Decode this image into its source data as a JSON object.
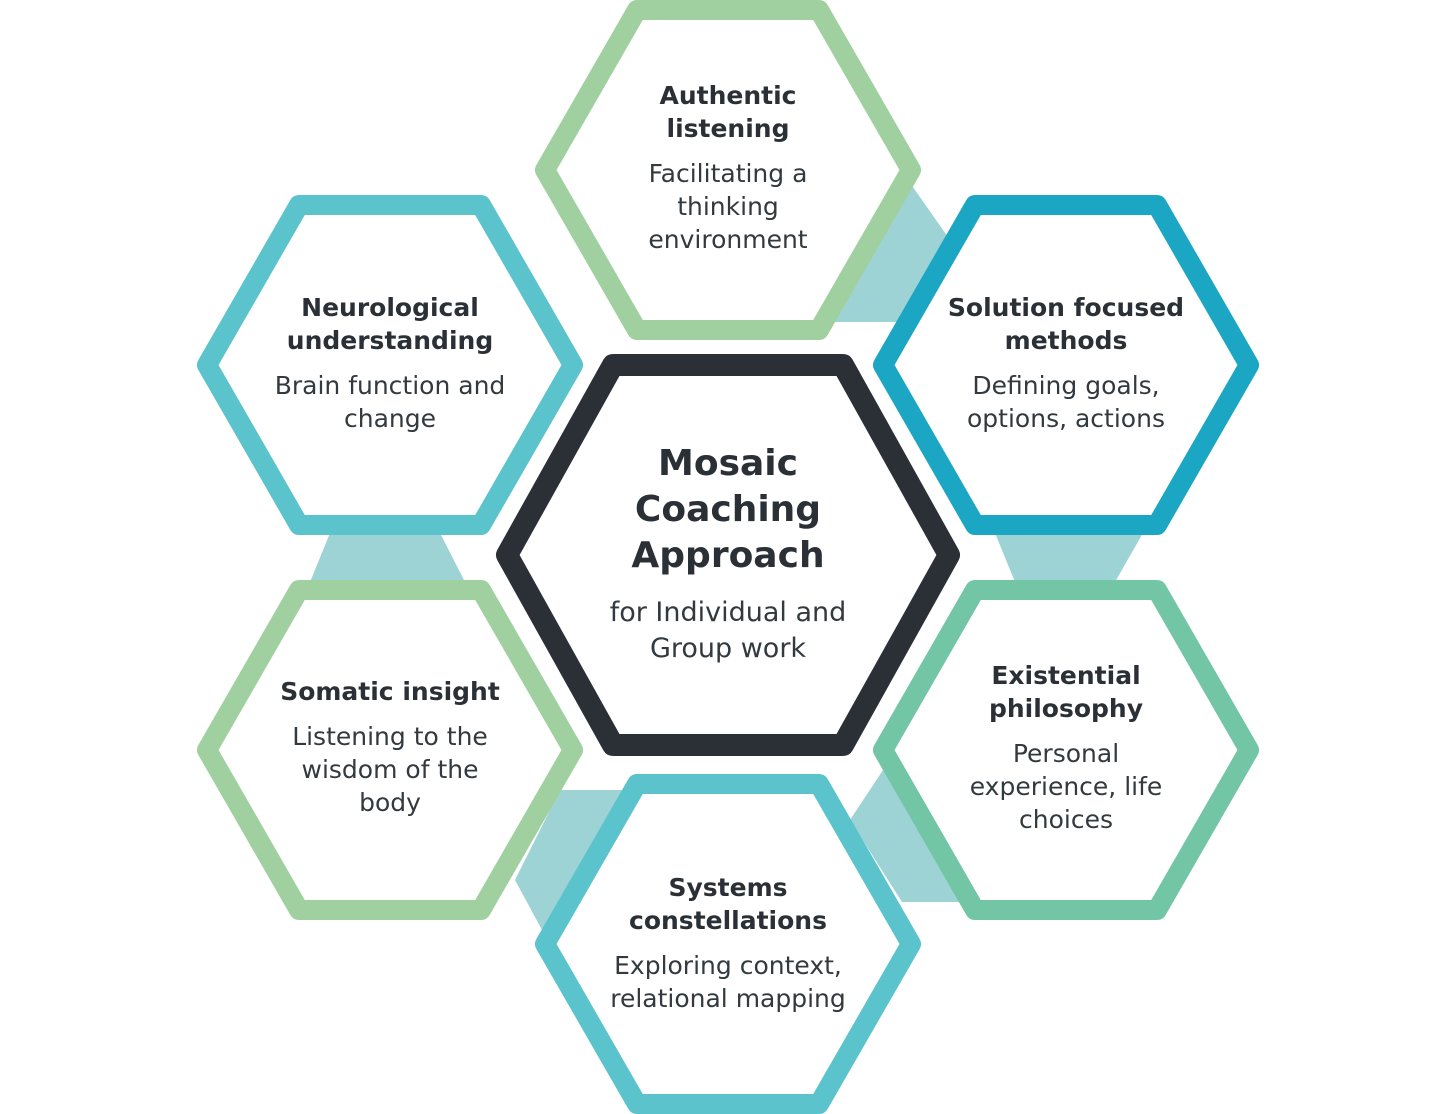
{
  "center": {
    "title_line1": "Mosaic",
    "title_line2": "Coaching",
    "title_line3": "Approach",
    "desc_line1": "for Individual and",
    "desc_line2": "Group work",
    "color": "#2a3036"
  },
  "nodes": {
    "authentic": {
      "title_line1": "Authentic",
      "title_line2": "listening",
      "desc_line1": "Facilitating a",
      "desc_line2": "thinking",
      "desc_line3": "environment",
      "color": "#a0d0a0"
    },
    "solution": {
      "title_line1": "Solution focused",
      "title_line2": "methods",
      "desc_line1": "Defining goals,",
      "desc_line2": "options, actions",
      "color": "#1ba6c4"
    },
    "existential": {
      "title_line1": "Existential",
      "title_line2": "philosophy",
      "desc_line1": "Personal",
      "desc_line2": "experience, life",
      "desc_line3": "choices",
      "color": "#72c6a6"
    },
    "systems": {
      "title_line1": "Systems",
      "title_line2": "constellations",
      "desc_line1": "Exploring context,",
      "desc_line2": "relational mapping",
      "color": "#5bc3cb"
    },
    "somatic": {
      "title_line1": "Somatic insight",
      "desc_line1": "Listening to the",
      "desc_line2": "wisdom of the",
      "desc_line3": "body",
      "color": "#a0d0a0"
    },
    "neurological": {
      "title_line1": "Neurological",
      "title_line2": "understanding",
      "desc_line1": "Brain function and",
      "desc_line2": "change",
      "color": "#5bc3cb"
    }
  },
  "connector_color": "#9dd3d5"
}
